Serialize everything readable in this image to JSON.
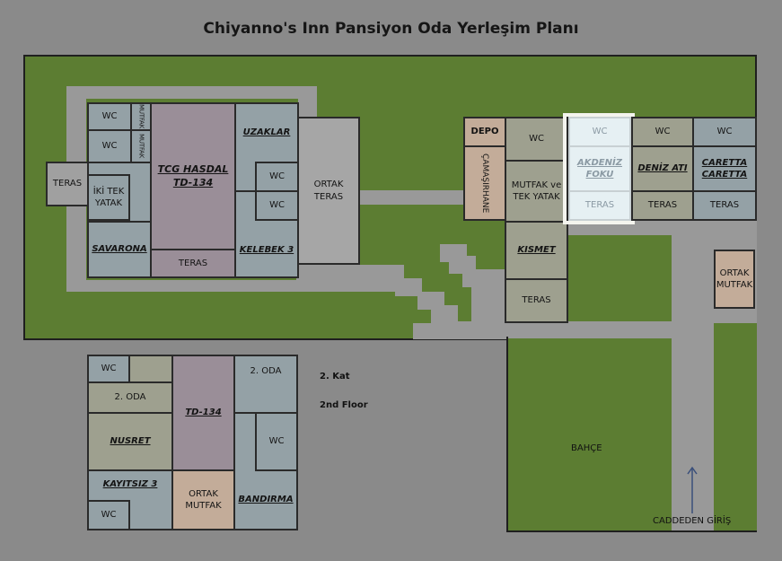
{
  "title": "Chiyanno's Inn Pansiyon Oda Yerleşim Planı",
  "ground": {
    "left_wc_1": "WC",
    "left_mutfak_1": "MUTFAK",
    "left_wc_2": "WC",
    "left_mutfak_2": "MUTFAK",
    "left_teras_side": "TERAS",
    "iki_tek_yatak": "İKİ TEK YATAK",
    "tcg_hasdal": "TCG HASDAL TD-134",
    "tcg_teras": "TERAS",
    "uzaklar": "UZAKLAR",
    "uzaklar_wc": "WC",
    "kelebek_wc": "WC",
    "savarona": "SAVARONA",
    "kelebek": "KELEBEK 3",
    "ortak_teras": "ORTAK TERAS",
    "depo": "DEPO",
    "camasirhane": "ÇAMAŞIRHANE",
    "mid_wc": "WC",
    "mutfak_tek_yatak": "MUTFAK ve TEK YATAK",
    "kismet": "KISMET",
    "kismet_teras": "TERAS",
    "akdeniz_wc": "WC",
    "akdeniz": "AKDENİZ FOKU",
    "akdeniz_teras": "TERAS",
    "deniz_wc": "WC",
    "deniz": "DENİZ ATI",
    "deniz_teras": "TERAS",
    "caretta_wc": "WC",
    "caretta": "CARETTA CARETTA",
    "caretta_teras": "TERAS",
    "ortak_mutfak": "ORTAK MUTFAK",
    "bahce": "BAHÇE",
    "giris": "CADDEDEN GİRİŞ"
  },
  "upper": {
    "wc_top": "WC",
    "oda2_left": "2. ODA",
    "nusret": "NUSRET",
    "td134": "TD-134",
    "oda2_right": "2. ODA",
    "wc_right": "WC",
    "kayitsiz": "KAYITSIZ 3",
    "wc_bottom": "WC",
    "ortak_mutfak": "ORTAK MUTFAK",
    "bandirma": "BANDIRMA",
    "kat": "2. Kat",
    "floor": "2nd Floor"
  }
}
